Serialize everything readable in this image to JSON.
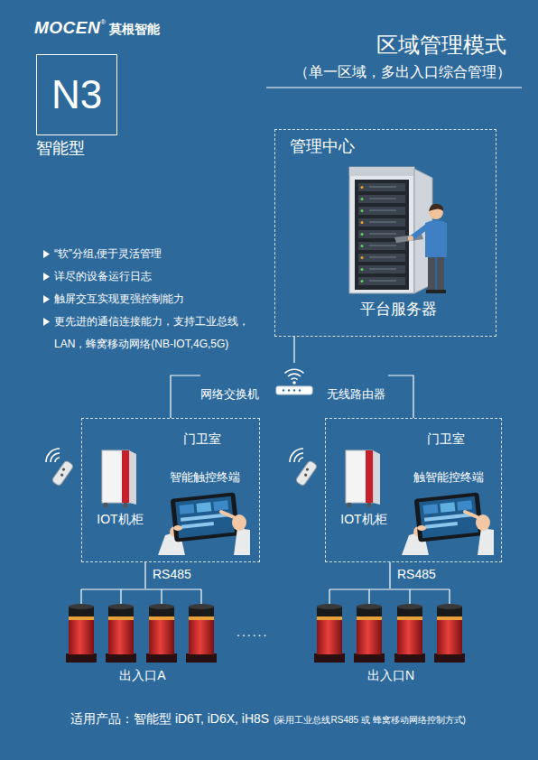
{
  "diagram": {
    "title": "区域管理模式",
    "nodes": [
      {
        "text": [
          "N3",
          "智能型"
        ]
      },
      {
        "text": [
          "管理中心"
        ]
      },
      {
        "text": [
          "平台服务器"
        ],
        "in": 1
      },
      {
        "text": [
          "网络交换机",
          "无线路由器"
        ]
      },
      {
        "text": [
          "门卫室"
        ]
      },
      {
        "text": [
          "IOT机柜"
        ],
        "in": 4
      },
      {
        "text": [
          "智能触控终端"
        ],
        "in": 4
      },
      {
        "text": [
          "门卫室"
        ]
      },
      {
        "text": [
          "IOT机柜"
        ],
        "in": 7
      },
      {
        "text": [
          "触智能控终端"
        ],
        "in": 7
      },
      {
        "text": [
          "出入口A"
        ]
      },
      {
        "text": [
          "出入口N"
        ]
      }
    ],
    "edges": [
      {
        "from": 1,
        "to": 3,
        "arrow": "none"
      },
      {
        "from": 3,
        "to": 4,
        "arrow": "none"
      },
      {
        "from": 3,
        "to": 7,
        "arrow": "none"
      },
      {
        "from": 4,
        "to": 10,
        "arrow": "none",
        "label": "RS485"
      },
      {
        "from": 7,
        "to": 11,
        "arrow": "none",
        "label": "RS485"
      }
    ],
    "labels": [
      "MOCEN",
      "®",
      "莫根智能",
      "（单一区域，多出入口综合管理）",
      "“软”分组,便于灵活管理",
      "详尽的设备运行日志",
      "触屏交互实现更强控制能力",
      "更先进的通信连接能力，支持工业总线， LAN，蜂窝移动网络(NB-IOT,4G,5G)",
      "......",
      "适用产品：智能型 iD6T, iD6X, iH8S",
      "(采用工业总线RS485 或 蜂窝移动网络控制方式)"
    ]
  }
}
